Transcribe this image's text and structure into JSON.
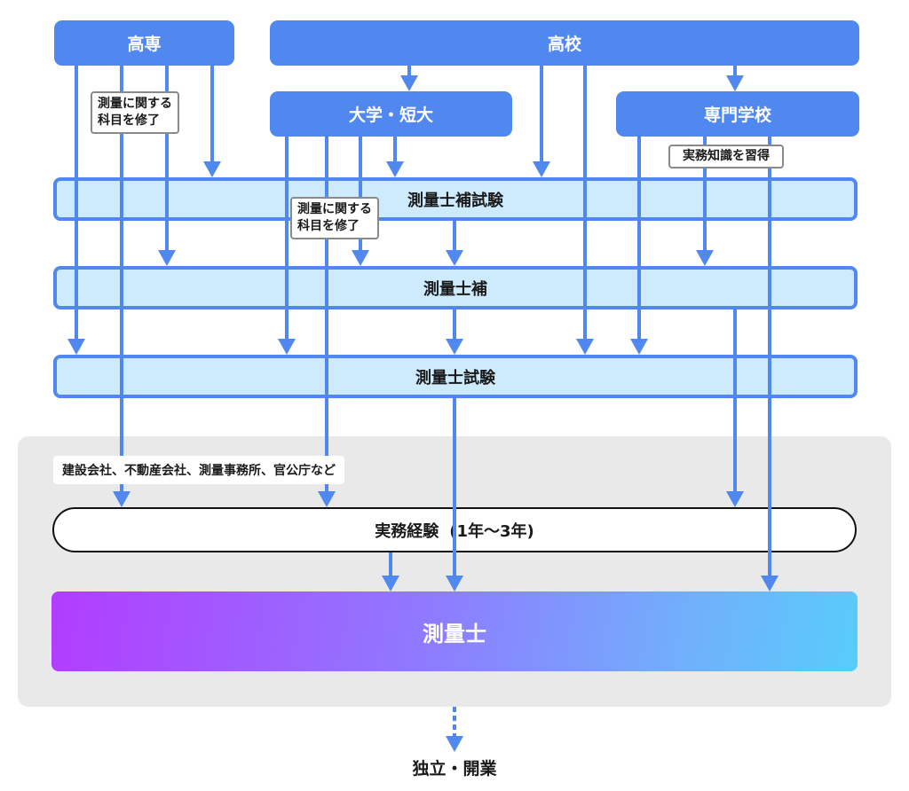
{
  "diagram": {
    "colors": {
      "accent": "#5088ef",
      "step_fill": "#cdebfd",
      "zone_fill": "#e9e9e9",
      "final_gradient": [
        "#b23cff",
        "#9078ff",
        "#6fb2fb",
        "#58ccfb"
      ]
    },
    "sources": {
      "kosen": "高専",
      "high_school": "高校",
      "university": "大学・短大",
      "vocational": "専門学校"
    },
    "steps": {
      "assistant_exam": "測量士補試験",
      "assistant": "測量士補",
      "surveyor_exam": "測量士試験"
    },
    "notes": {
      "kosen_course": [
        "測量に関する",
        "科目を修了"
      ],
      "university_course": [
        "測量に関する",
        "科目を修了"
      ],
      "vocational_knowledge": "実務知識を習得"
    },
    "work": {
      "employers": "建設会社、不動産会社、測量事務所、官公庁など",
      "experience": "実務経験",
      "duration": "(1年〜3年)"
    },
    "final": "測量士",
    "outcome": "独立・開業"
  }
}
